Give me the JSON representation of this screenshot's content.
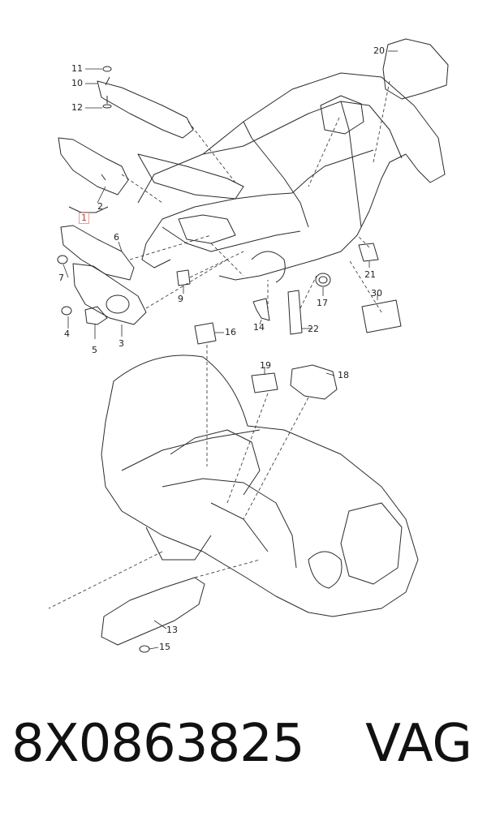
{
  "diagram": {
    "callouts": [
      "1",
      "2",
      "3",
      "4",
      "5",
      "6",
      "7",
      "9",
      "10",
      "11",
      "12",
      "13",
      "14",
      "15",
      "16",
      "17",
      "18",
      "19",
      "20",
      "21",
      "22",
      "30"
    ],
    "highlighted": "1",
    "colors": {
      "line": "#2b2b2b",
      "highlight": "#c0392b"
    }
  },
  "footer": {
    "part_number": "8X0863825",
    "brand": "VAG"
  }
}
